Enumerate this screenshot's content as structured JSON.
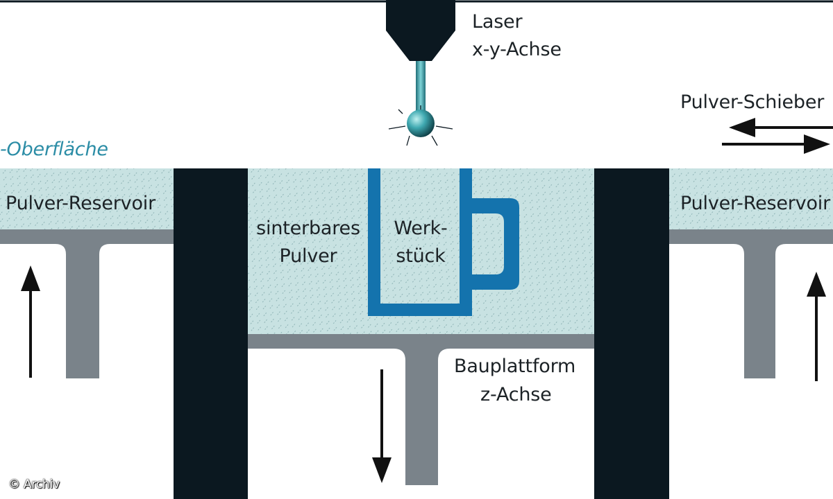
{
  "labels": {
    "laser_line1": "Laser",
    "laser_line2": "x-y-Achse",
    "slider": "Pulver-Schieber",
    "surface": "-Oberfläche",
    "reservoir_left": "Pulver-Reservoir",
    "reservoir_right": "Pulver-Reservoir",
    "powder_line1": "sinterbares",
    "powder_line2": "Pulver",
    "workpiece_line1": "Werk-",
    "workpiece_line2": "stück",
    "platform_line1": "Bauplattform",
    "platform_line2": "z-Achse",
    "credit": "© Archiv"
  },
  "colors": {
    "powder": "#c8e2e2",
    "powder_hatch": "#8fb4b6",
    "walls": "#0b1820",
    "pistons": "#7a838a",
    "workpiece": "#1473ad",
    "laser_beam": "#3fa9b1",
    "arrows": "#111111",
    "surface_text": "#2c8da6"
  },
  "icons": {
    "arrow_up": "arrow-up-icon",
    "arrow_down": "arrow-down-icon",
    "arrow_left": "arrow-left-icon",
    "arrow_right": "arrow-right-icon"
  }
}
